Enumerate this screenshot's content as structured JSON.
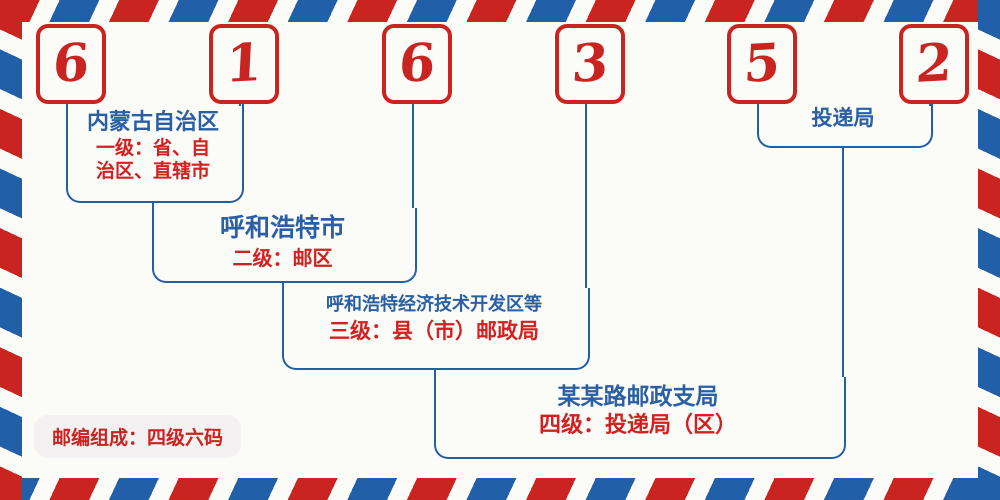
{
  "envelope": {
    "background_color": "#fbfbf8",
    "stripe_red": "#c9241f",
    "stripe_blue": "#2160a8"
  },
  "postcode": {
    "digits": [
      "6",
      "1",
      "6",
      "3",
      "5",
      "2"
    ],
    "digit_color": "#c9241f"
  },
  "levels": [
    {
      "id": "level-1",
      "name": "内蒙古自治区",
      "level": "一级：省、自",
      "level_line2": "治区、直辖市",
      "spans_digits": "1-2"
    },
    {
      "id": "level-2",
      "name": "呼和浩特市",
      "level": "二级：邮区",
      "spans_digits": "1-3"
    },
    {
      "id": "level-3",
      "name": "呼和浩特经济技术开发区等",
      "level": "三级：县（市）邮政局",
      "spans_digits": "1-4"
    },
    {
      "id": "level-4",
      "name": "某某路邮政支局",
      "level": "四级：投递局（区）",
      "spans_digits": "1-6"
    }
  ],
  "delivery_label": "投递局",
  "badge": {
    "text": "邮编组成：四级六码",
    "color": "#c9241f",
    "background": "#f3f1f2"
  },
  "colors": {
    "name_text": "#2a5fa5",
    "level_text": "#d32020",
    "bracket_line": "#215fa6"
  }
}
